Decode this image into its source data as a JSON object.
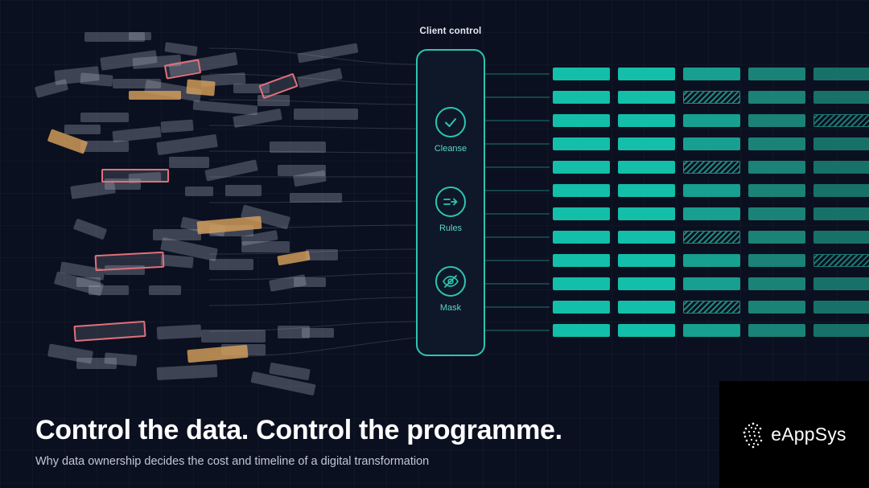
{
  "panel": {
    "title": "Client control",
    "controls": [
      {
        "label": "Cleanse",
        "icon": "check-icon"
      },
      {
        "label": "Rules",
        "icon": "rules-arrow-icon"
      },
      {
        "label": "Mask",
        "icon": "eye-slash-icon"
      }
    ],
    "accent": "#2fc4b2"
  },
  "headline": "Control the data. Control the programme.",
  "subline": "Why data ownership decides the cost and timeline of a digital transformation",
  "logo": {
    "name": "eAppSys"
  },
  "colors": {
    "background": "#0b1020",
    "teal_bright": "#13bfa9",
    "teal_mid": "#179f8f",
    "teal_dark": "#1a8276",
    "chip_orange": "#d6a05a",
    "chip_pink": "#e0707a"
  },
  "output_grid": {
    "rows": 12,
    "columns": 5,
    "hatched_cells": [
      [
        1,
        2
      ],
      [
        2,
        4
      ],
      [
        4,
        2
      ],
      [
        7,
        2
      ],
      [
        8,
        4
      ],
      [
        10,
        2
      ]
    ]
  }
}
